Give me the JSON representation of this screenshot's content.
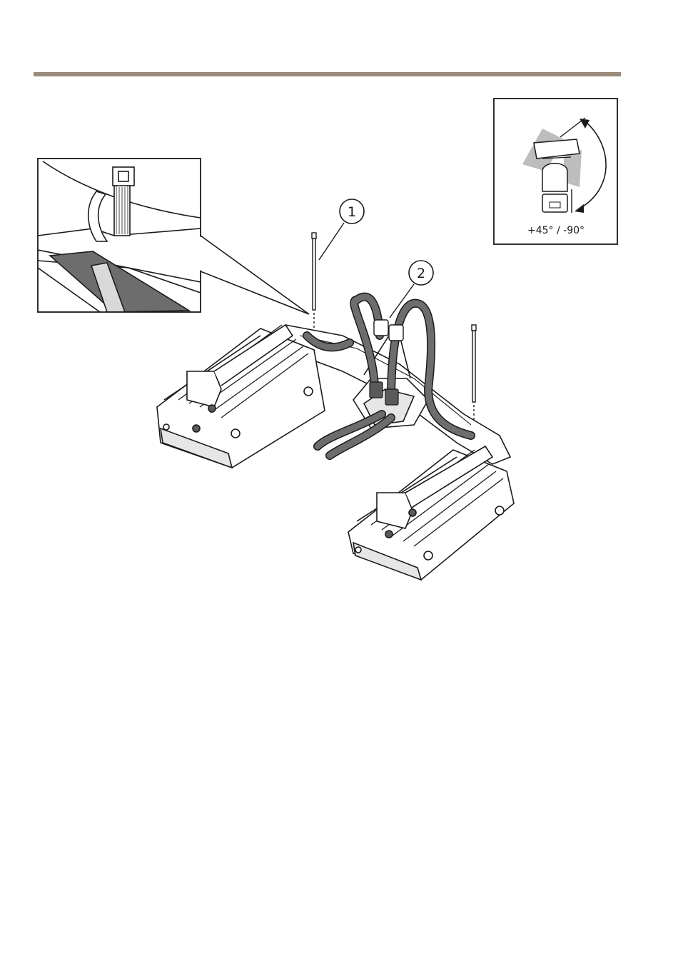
{
  "illustration": {
    "callout_1": "1",
    "callout_2": "2",
    "tilt_range": "+45° / -90°"
  },
  "colors": {
    "rule": "#9b8b7b",
    "line": "#1a1a1a",
    "shade": "#8a8a8a",
    "light_shade": "#bdbdbd"
  }
}
